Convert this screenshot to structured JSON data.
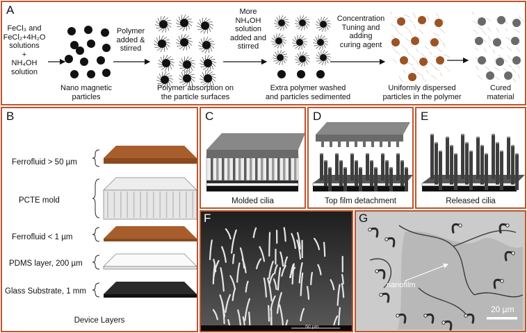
{
  "panel_a": {
    "letter": "A",
    "reagents": [
      "FeCl₃ and",
      "FeCl₂+4H₂O",
      "solutions",
      "+",
      "NH₄OH",
      "solution"
    ],
    "step1": [
      "Polymer",
      "added &",
      "stirred"
    ],
    "step2": [
      "More",
      "NH₄OH",
      "solution",
      "added and",
      "stirred"
    ],
    "step3": [
      "Concentration",
      "Tuning and",
      "adding",
      "curing agent"
    ],
    "captions": [
      [
        "Nano magnetic",
        "particles"
      ],
      [
        "Polymer absorption on",
        "the particle surfaces"
      ],
      [
        "Extra polymer washed",
        "and particles sedimented"
      ],
      [
        "Uniformly dispersed",
        "particles in the polymer"
      ],
      [
        "Cured",
        "material"
      ]
    ]
  },
  "panel_b": {
    "letter": "B",
    "layers": [
      "Ferrofluid > 50 µm",
      "PCTE mold",
      "Ferrofluid < 1 µm",
      "PDMS layer, 200 µm",
      "Glass Substrate, 1 mm"
    ],
    "title": "Device Layers"
  },
  "panel_c": {
    "letter": "C",
    "caption": "Molded cilia"
  },
  "panel_d": {
    "letter": "D",
    "caption": "Top film detachment"
  },
  "panel_e": {
    "letter": "E",
    "caption": "Released cilia"
  },
  "panel_f": {
    "letter": "F",
    "scale": "50 µm"
  },
  "panel_g": {
    "letter": "G",
    "annotation": "nanofilm",
    "scale": "20 µm"
  },
  "colors": {
    "border": "#c0532b",
    "ferrofluid": "#9a5426",
    "cilia": "#4a4a4a",
    "top_film": "#707070"
  }
}
